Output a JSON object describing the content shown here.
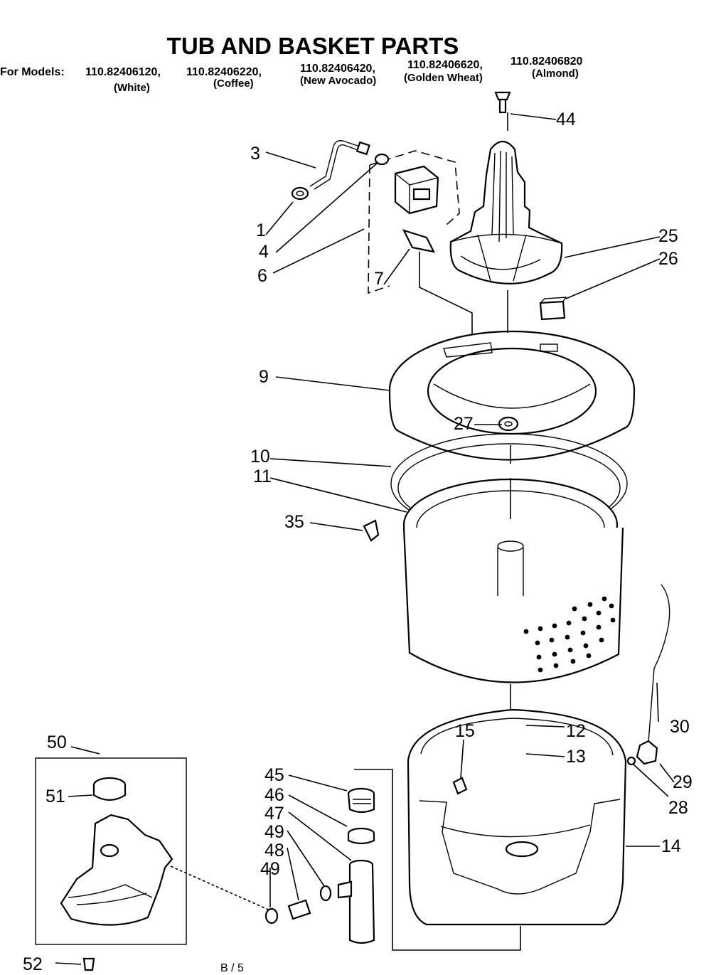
{
  "title": "TUB AND BASKET PARTS",
  "models": {
    "prefix": "For Models:",
    "numbers": [
      "110.82406120,",
      "110.82406220,",
      "110.82406420,",
      "110.82406620,",
      "110.82406820"
    ],
    "colors": [
      "(White)",
      "(Coffee)",
      "(New Avocado)",
      "(Golden Wheat)",
      "(Almond)"
    ]
  },
  "callouts": {
    "c1": "1",
    "c3": "3",
    "c4": "4",
    "c6": "6",
    "c7": "7",
    "c9": "9",
    "c10": "10",
    "c11": "11",
    "c12": "12",
    "c13": "13",
    "c14": "14",
    "c15": "15",
    "c25": "25",
    "c26": "26",
    "c27": "27",
    "c28": "28",
    "c29": "29",
    "c30": "30",
    "c35": "35",
    "c44": "44",
    "c45": "45",
    "c46": "46",
    "c47": "47",
    "c48": "48",
    "c49a": "49",
    "c49b": "49",
    "c50": "50",
    "c51": "51",
    "c52": "52"
  },
  "footer": "B / 5"
}
